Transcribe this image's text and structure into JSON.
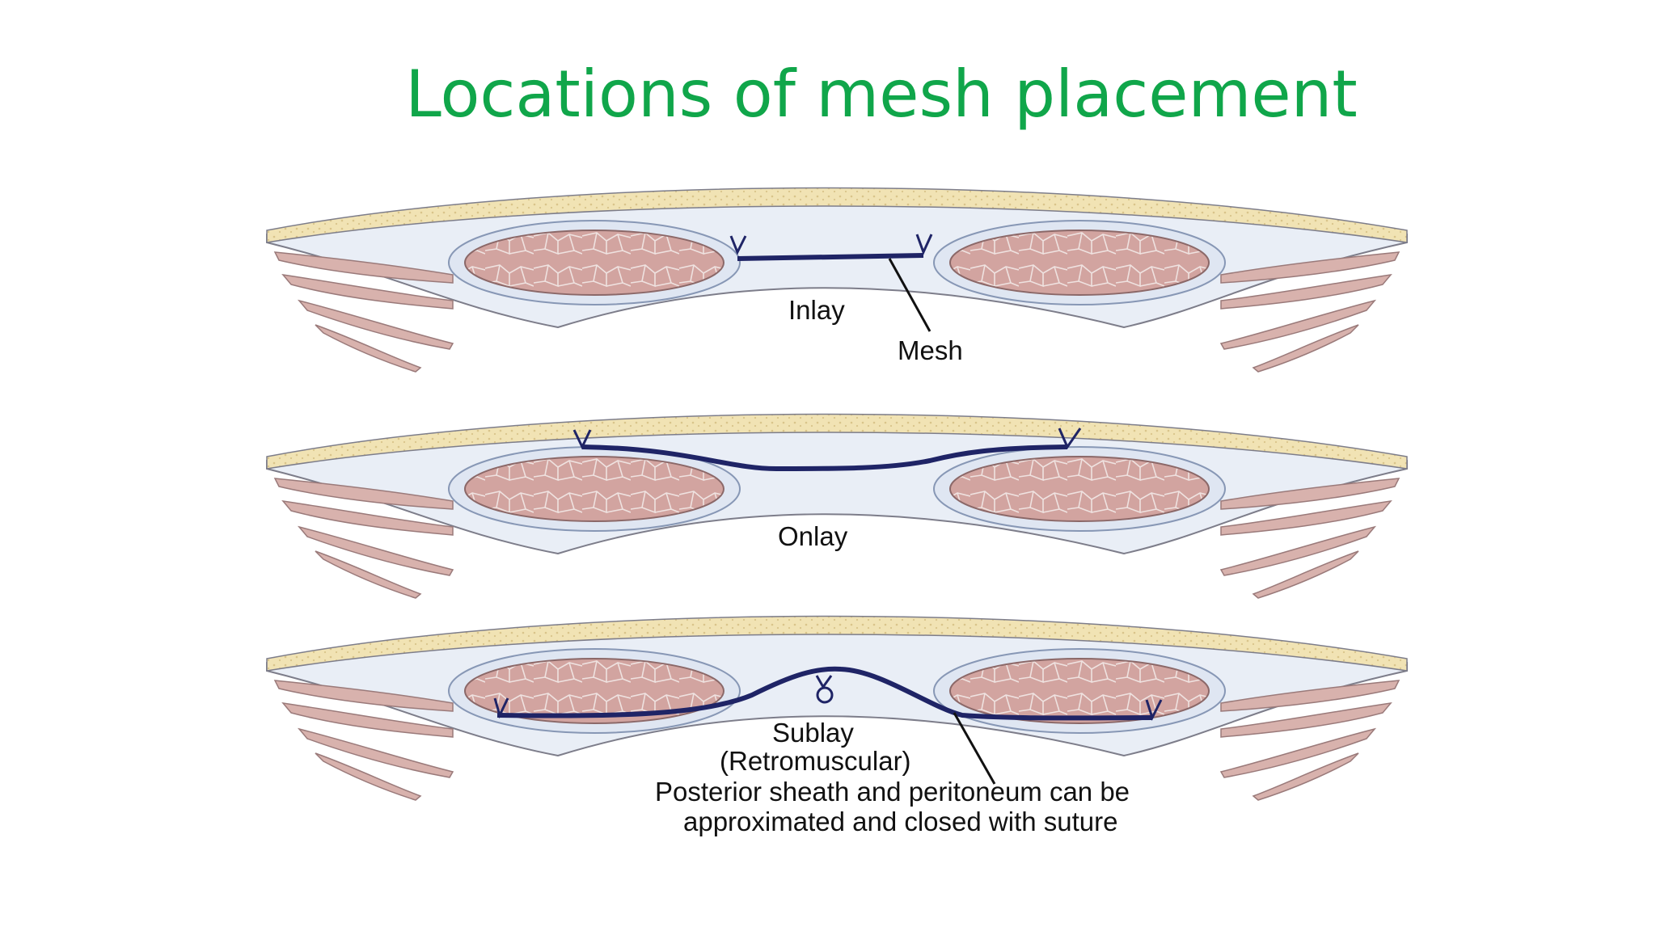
{
  "slide": {
    "title": "Locations of mesh placement"
  },
  "diagram": {
    "panels": [
      {
        "id": "inlay",
        "labels": {
          "technique": "Inlay",
          "mesh_callout": "Mesh"
        }
      },
      {
        "id": "onlay",
        "labels": {
          "technique": "Onlay"
        }
      },
      {
        "id": "sublay",
        "labels": {
          "technique": "Sublay",
          "technique_alt": "(Retromuscular)",
          "note_line1": "Posterior sheath and peritoneum can be",
          "note_line2": "approximated and closed with suture"
        }
      }
    ],
    "colors": {
      "fat": "#f1e3b4",
      "fat_dots": "#d9c48a",
      "fascia": "#e9eef6",
      "sheath": "#b9c6dc",
      "muscle": "#d2a4a0",
      "muscle_lines": "#efe2e0",
      "mesh": "#1f2466",
      "outline": "#7d7d8a"
    }
  }
}
